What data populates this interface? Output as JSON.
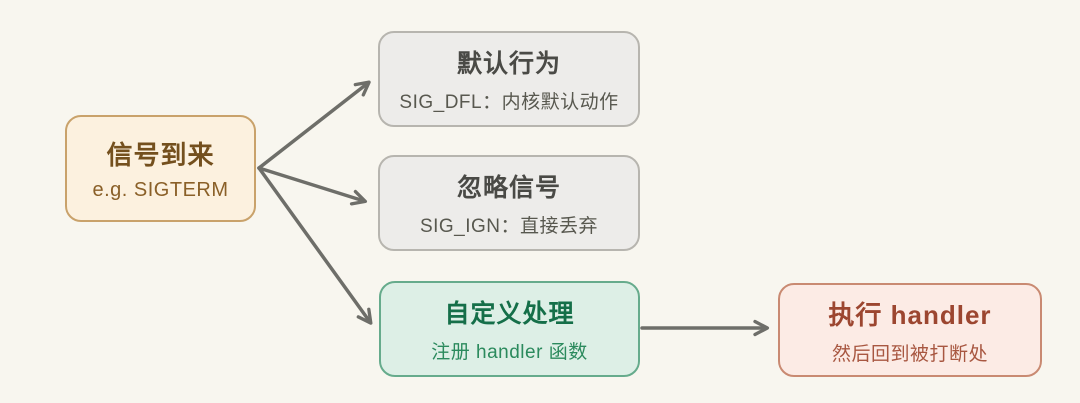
{
  "diagram": {
    "title_meaning": "Signal handling dispositions flow",
    "nodes": {
      "signal": {
        "title": "信号到来",
        "subtitle": "e.g. SIGTERM"
      },
      "default": {
        "title": "默认行为",
        "subtitle": "SIG_DFL：内核默认动作"
      },
      "ignore": {
        "title": "忽略信号",
        "subtitle": "SIG_IGN：直接丢弃"
      },
      "custom": {
        "title": "自定义处理",
        "subtitle": "注册 handler 函数"
      },
      "handler": {
        "title": "执行 handler",
        "subtitle": "然后回到被打断处"
      }
    },
    "edges": [
      {
        "from": "signal",
        "to": "default"
      },
      {
        "from": "signal",
        "to": "ignore"
      },
      {
        "from": "signal",
        "to": "custom"
      },
      {
        "from": "custom",
        "to": "handler"
      }
    ]
  },
  "colors": {
    "bg": "#f8f6ef",
    "arrow": "#6e6e69",
    "signal-fill": "#fcf1df",
    "signal-border": "#c9a26b",
    "signal-title": "#74501e",
    "signal-sub": "#8a6028",
    "neutral-fill": "#edecea",
    "neutral-border": "#b7b5af",
    "neutral-title": "#4a4a46",
    "neutral-sub": "#58584f",
    "custom-fill": "#ddefe6",
    "custom-border": "#66ab8c",
    "custom-title": "#156f49",
    "custom-sub": "#2b8a5d",
    "handler-fill": "#fcebe5",
    "handler-border": "#c98a72",
    "handler-title": "#9c4630",
    "handler-sub": "#a85741"
  }
}
